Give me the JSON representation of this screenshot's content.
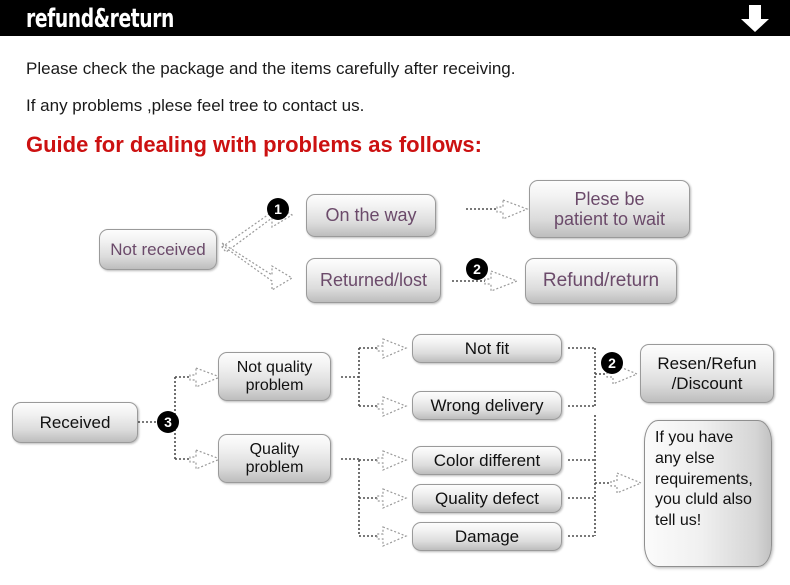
{
  "header": {
    "title": "refund&return",
    "arrow_icon": "down-arrow-icon"
  },
  "intro": {
    "line1": "Please check the package and the items carefully after receiving.",
    "line2": "If any problems ,plese feel tree to contact us.",
    "guide_title": "Guide for dealing with problems as follows:"
  },
  "colors": {
    "header_bg": "#000000",
    "guide_red": "#cc1111",
    "purple_text": "#6b4a6a",
    "dark_text": "#111111",
    "box_border": "#9a9a9a",
    "wire": "#555555"
  },
  "flow_top": {
    "start": {
      "label": "Not received"
    },
    "badges": [
      {
        "label": "1"
      },
      {
        "label": "2"
      }
    ],
    "branches": [
      {
        "label": "On the way",
        "result": "Plese be\npatient to wait"
      },
      {
        "label": "Returned/lost",
        "result": "Refund/return"
      }
    ],
    "nodes": {
      "on_the_way": "On the way",
      "returned_lost": "Returned/lost",
      "plese_be_patient_l1": "Plese be",
      "plese_be_patient_l2": "patient to wait",
      "refund_return": "Refund/return"
    }
  },
  "flow_bottom": {
    "start": {
      "label": "Received"
    },
    "badges": [
      {
        "label": "3"
      },
      {
        "label": "2"
      }
    ],
    "categories": {
      "not_quality_l1": "Not quality",
      "not_quality_l2": "problem",
      "quality_l1": "Quality",
      "quality_l2": "problem"
    },
    "issues": [
      {
        "label": "Not fit"
      },
      {
        "label": "Wrong delivery"
      },
      {
        "label": "Color different"
      },
      {
        "label": "Quality defect"
      },
      {
        "label": "Damage"
      }
    ],
    "outcomes": {
      "resend_l1": "Resen/Refun",
      "resend_l2": "/Discount",
      "note_l1": "If you have",
      "note_l2": "any else",
      "note_l3": "requirements,",
      "note_l4": "you cluld also",
      "note_l5": "tell us!"
    }
  }
}
